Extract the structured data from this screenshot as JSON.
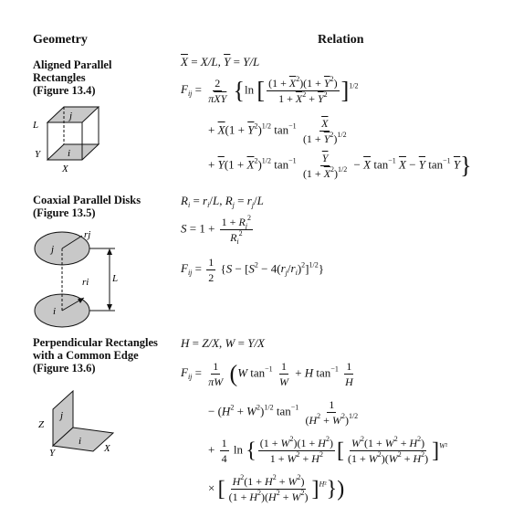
{
  "header": {
    "geometry": "Geometry",
    "relation": "Relation"
  },
  "sections": [
    {
      "title_lines": [
        "Aligned Parallel",
        "Rectangles",
        "(Figure 13.4)"
      ],
      "figure_labels": {
        "j": "j",
        "i": "i",
        "L": "L",
        "Y": "Y",
        "X": "X"
      },
      "equations": [
        "X̄ = X/L, Ȳ = Y/L",
        "Fij = 2/(πX̄Ȳ) { ln [ (1 + X̄²)(1 + Ȳ²) / (1 + X̄² + Ȳ²) ]^1/2",
        "+ X̄(1 + Ȳ²)^1/2 tan⁻¹ X̄/(1 + Ȳ²)^1/2",
        "+ Ȳ(1 + X̄²)^1/2 tan⁻¹ Ȳ/(1 + X̄²)^1/2 − X̄ tan⁻¹ X̄ − Ȳ tan⁻¹ Ȳ }"
      ]
    },
    {
      "title_lines": [
        "Coaxial Parallel Disks",
        "(Figure 13.5)"
      ],
      "figure_labels": {
        "j": "j",
        "i": "i",
        "rj": "rj",
        "ri": "ri",
        "L": "L"
      },
      "equations": [
        "Ri = ri/L, Rj = rj/L",
        "S = 1 + (1 + Rj²)/Ri²",
        "Fij = 1/2 { S − [S² − 4(rj/ri)²]^1/2 }"
      ]
    },
    {
      "title_lines": [
        "Perpendicular Rectangles",
        "with a Common Edge",
        "(Figure 13.6)"
      ],
      "figure_labels": {
        "j": "j",
        "i": "i",
        "Z": "Z",
        "Y": "Y",
        "X": "X"
      },
      "equations": [
        "H = Z/X, W = Y/X",
        "Fij = 1/(πW) ( W tan⁻¹ 1/W + H tan⁻¹ 1/H",
        "− (H² + W²)^1/2 tan⁻¹ 1/(H² + W²)^1/2",
        "+ 1/4 ln { (1 + W²)(1 + H²)/(1 + W² + H²) [ W²(1 + W² + H²)/((1 + W²)(W² + H²)) ]^W²",
        "× [ H²(1 + H² + W²)/((1 + H²)(H² + W²)) ]^H² } )"
      ]
    }
  ]
}
